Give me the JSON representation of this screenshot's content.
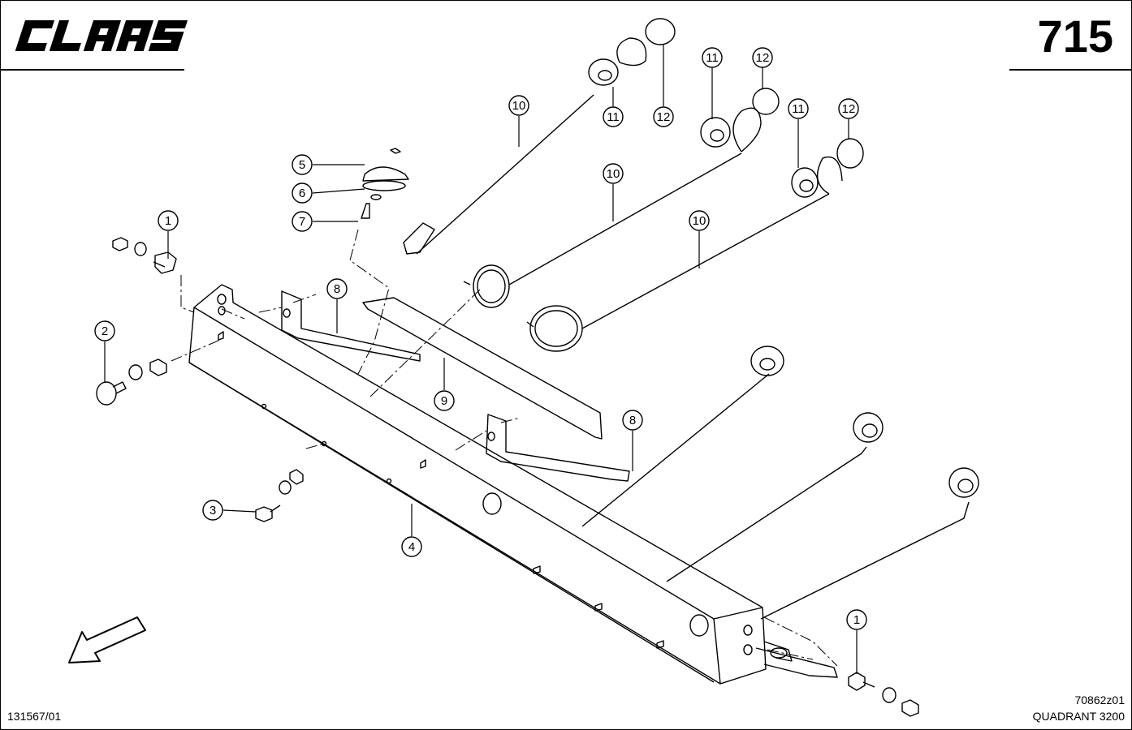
{
  "header": {
    "logo": "CLAAS",
    "page_number": "715"
  },
  "footer": {
    "left_code": "131567/01",
    "drawing_code": "70862z01",
    "model": "QUADRANT 3200"
  },
  "callouts": [
    "1",
    "1",
    "2",
    "3",
    "4",
    "5",
    "6",
    "7",
    "8",
    "8",
    "9",
    "10",
    "10",
    "10",
    "11",
    "11",
    "11",
    "12",
    "12",
    "12"
  ],
  "icons": [
    "direction-arrow-icon"
  ]
}
